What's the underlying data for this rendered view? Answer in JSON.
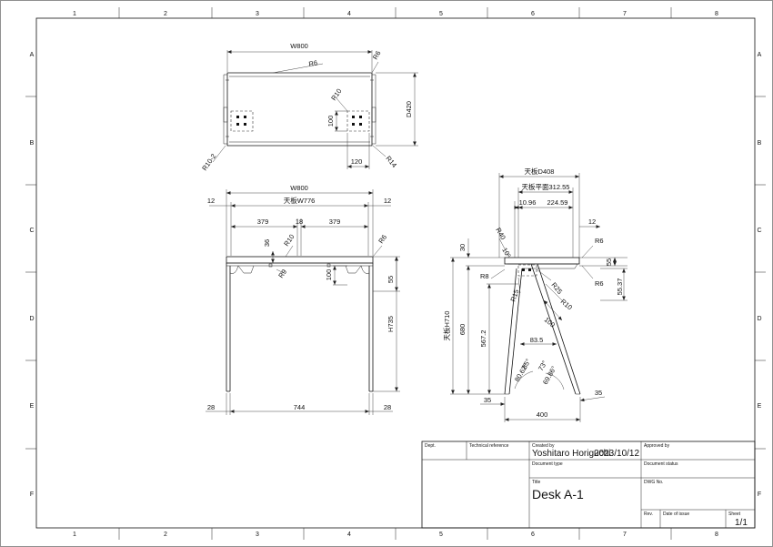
{
  "frame": {
    "cols": [
      "1",
      "2",
      "3",
      "4",
      "5",
      "6",
      "7",
      "8"
    ],
    "rows": [
      "A",
      "B",
      "C",
      "D",
      "E",
      "F"
    ]
  },
  "top_view": {
    "width": "W800",
    "depth": "D420",
    "r_top_left": "R6",
    "r_top_right": "R6",
    "r_inner": "R10",
    "r_bottom_left": "R10-2",
    "r_bottom_right": "R14",
    "bracket_h": "100",
    "bracket_w": "120"
  },
  "front_view": {
    "width": "W800",
    "top_width": "天板W776",
    "left_margin": "12",
    "right_margin": "12",
    "span_left": "379",
    "gap": "18",
    "span_right": "379",
    "depth_36": "36",
    "r10": "R10",
    "r6": "R6",
    "r9": "R9",
    "bracket_100": "100",
    "height_55": "55",
    "height": "H735",
    "foot_left": "28",
    "leg_span": "744",
    "foot_right": "28"
  },
  "side_view": {
    "top_depth": "天板D408",
    "top_plane": "天板平面312.55",
    "off_1": "10.96",
    "off_2": "224.59",
    "off_3": "12",
    "r40": "R40",
    "ang_10": "10°",
    "r6a": "R6",
    "r6b": "R6",
    "h30": "30",
    "h55": "55",
    "h55_37": "55.37",
    "r8": "R8",
    "r25": "R25",
    "r15": "R15",
    "r10": "R10",
    "h_total": "天板H710",
    "h680": "680",
    "h567": "567.2",
    "d100": "100",
    "d83": "83.5",
    "a85": "85°",
    "a73": "73°",
    "a80": "80.62°",
    "a69": "69.86°",
    "f35l": "35",
    "f35r": "35",
    "base": "400"
  },
  "title_block": {
    "dept_label": "Dept.",
    "tech_ref_label": "Technical reference",
    "created_by_label": "Created by",
    "created_by": "Yoshitaro Horiguchi",
    "created_date": "2023/10/12",
    "approved_by_label": "Approved by",
    "doc_type_label": "Document type",
    "doc_status_label": "Document status",
    "title_label": "Title",
    "title": "Desk A-1",
    "dwg_no_label": "DWG No.",
    "rev_label": "Rev.",
    "date_issue_label": "Date of issue",
    "sheet_label": "Sheet",
    "sheet": "1/1"
  }
}
